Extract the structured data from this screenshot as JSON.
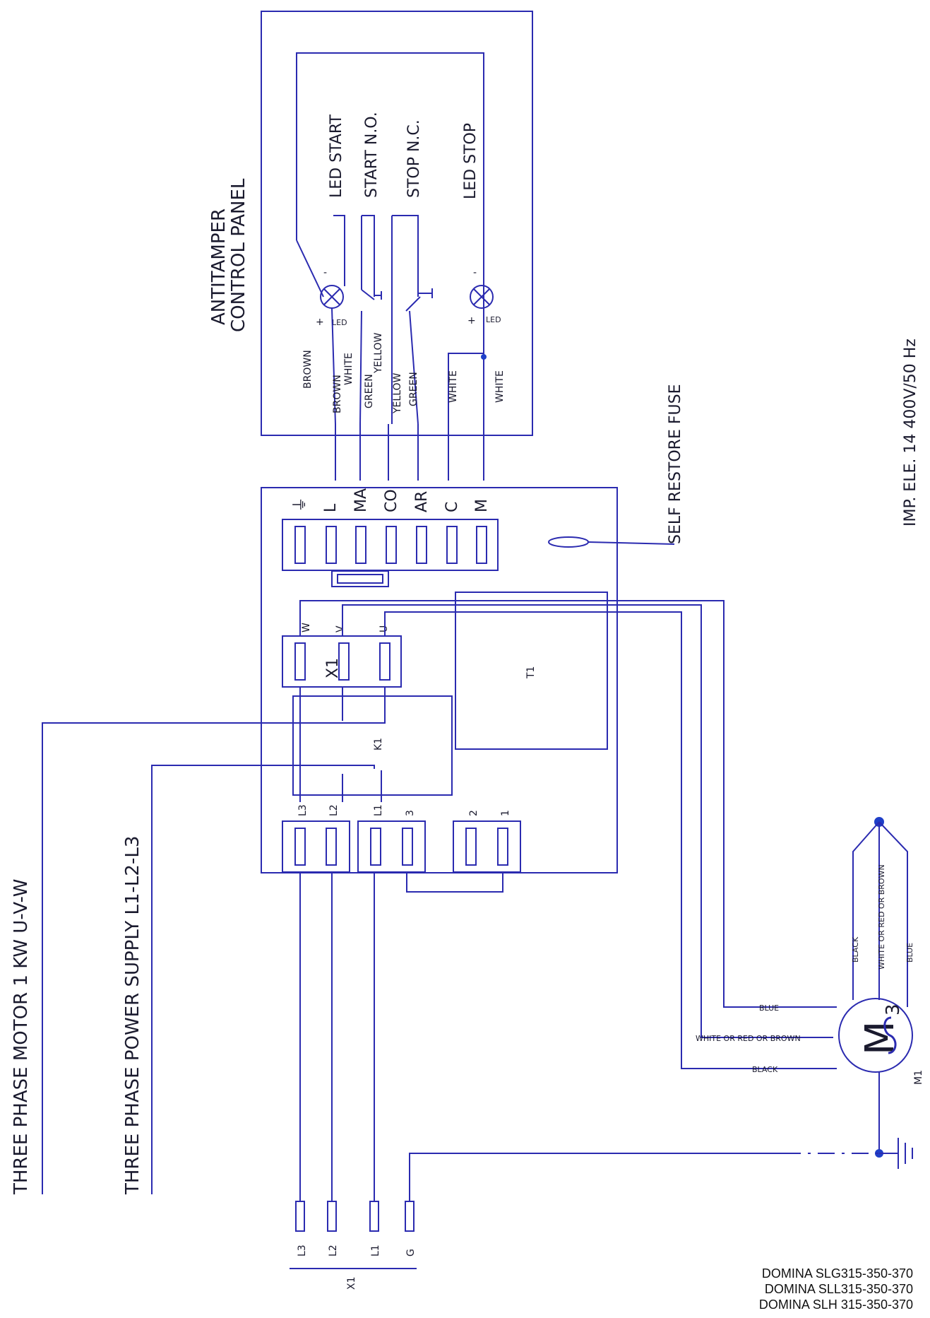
{
  "labels": {
    "motor_title": "THREE PHASE MOTOR 1 KW U-V-W",
    "supply_title": "THREE PHASE POWER SUPPLY L1-L2-L3",
    "panel_title_1": "ANTITAMPER",
    "panel_title_2": "CONTROL PANEL",
    "led_start": "LED START",
    "start_no": "START N.O.",
    "stop_nc": "STOP N.C.",
    "led_stop": "LED STOP",
    "fuse": "SELF RESTORE FUSE",
    "imp": "IMP. ELE. 14   400V/50 Hz",
    "x1": "X1",
    "k1": "K1",
    "t1": "T1",
    "m1": "M1",
    "m": "M",
    "three": "3",
    "led": "LED",
    "plus": "+",
    "minus": "-",
    "tilde": "S"
  },
  "wire_colors": {
    "brown": "BROWN",
    "white": "WHITE",
    "green": "GREEN",
    "yellow": "YELLOW",
    "blue": "BLUE",
    "black": "BLACK",
    "white_red_brown": "WHITE OR RED OR BROWN"
  },
  "terminals_top": [
    "⏚",
    "L",
    "MA",
    "CO",
    "AR",
    "C",
    "M"
  ],
  "terminals_x1_board": [
    "W",
    "V",
    "U"
  ],
  "terminals_bottom": [
    "L3",
    "L2",
    "L1",
    "3",
    "2",
    "1"
  ],
  "terminals_x1_out": [
    "L3",
    "L2",
    "L1",
    "G"
  ],
  "models": [
    "DOMINA SLG315-350-370",
    "DOMINA SLL315-350-370",
    "DOMINA SLH 315-350-370"
  ],
  "colors": {
    "wire": "#2b2bb0",
    "node": "#1f3fc8"
  }
}
